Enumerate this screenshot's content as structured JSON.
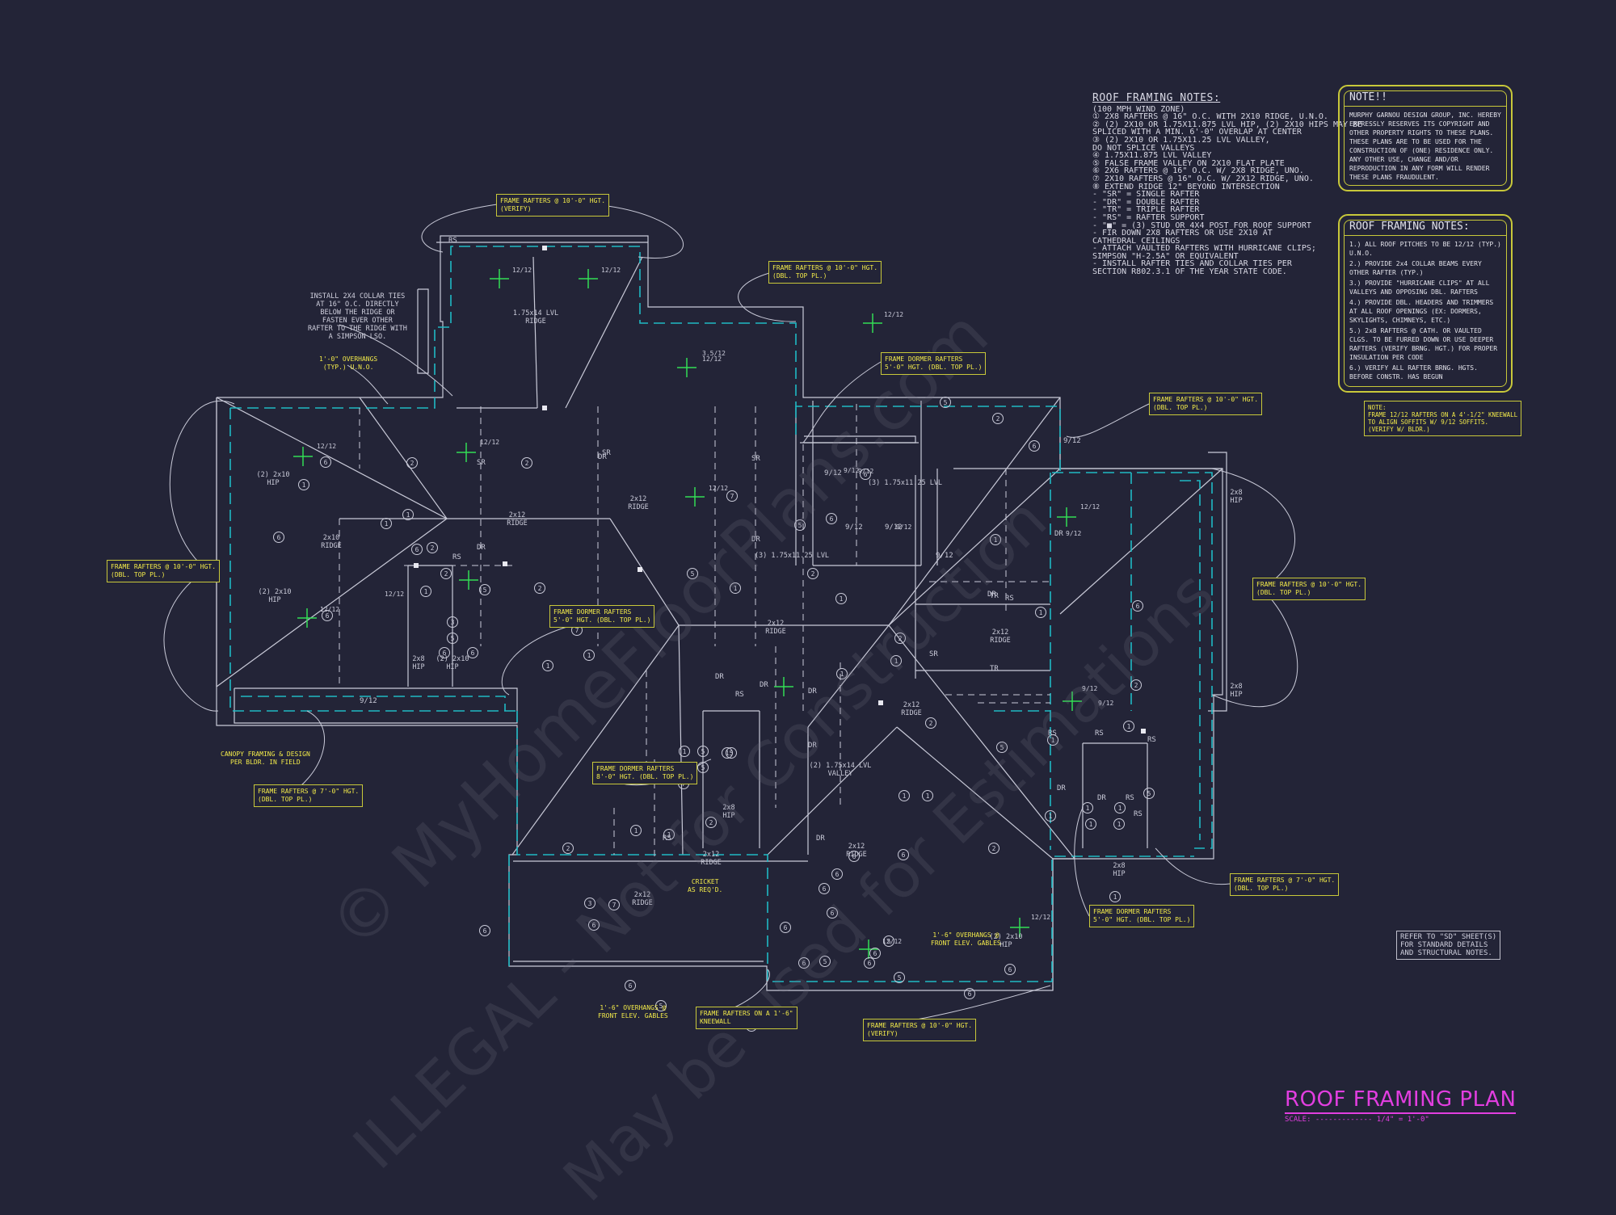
{
  "drawing_title": "ROOF FRAMING PLAN",
  "scale_label": "SCALE: ------------- 1/4\" = 1'-0\"",
  "watermark": {
    "line1": "© MyHomeFloorPlans.com",
    "line2": "ILLEGAL - Not for Construction",
    "line3": "May be used for Estimations"
  },
  "framing_notes_1": {
    "title": "ROOF FRAMING NOTES:",
    "items": [
      "(100 MPH WIND ZONE)",
      "① 2x8 RAFTERS @ 16\" O.C. WITH 2X10 RIDGE, U.N.O.",
      "② (2) 2x10 OR 1.75x11.875 LVL HIP, (2) 2x10 HIPS MAY BE",
      "    SPLICED WITH A MIN. 6'-0\" OVERLAP AT CENTER",
      "③ (2) 2x10 OR 1.75x11.25 LVL VALLEY,",
      "    DO NOT SPLICE VALLEYS",
      "④ 1.75x11.875 LVL VALLEY",
      "⑤ FALSE FRAME VALLEY ON 2x10 FLAT PLATE",
      "⑥ 2x6 RAFTERS @ 16\" O.C. W/ 2x8 RIDGE, UNO.",
      "⑦ 2x10 RAFTERS @ 16\" O.C. W/ 2x12 RIDGE, UNO.",
      "⑧ EXTEND RIDGE 12\" BEYOND INTERSECTION",
      " - \"SR\" = SINGLE RAFTER",
      " - \"DR\" = DOUBLE RAFTER",
      " - \"TR\" = TRIPLE RAFTER",
      " - \"RS\" = RAFTER SUPPORT",
      " - \"■\" = (3) STUD OR 4x4 POST FOR ROOF SUPPORT",
      " - FIR DOWN 2x8 RAFTERS OR USE 2x10 AT",
      "    CATHEDRAL CEILINGS",
      " - ATTACH VAULTED RAFTERS WITH HURRICANE CLIPS;",
      "    SIMPSON \"H-2.5A\" OR EQUIVALENT",
      " - INSTALL RAFTER TIES AND COLLAR TIES PER",
      "    SECTION R802.3.1 OF THE YEAR STATE CODE."
    ]
  },
  "copyright_note": {
    "title": "NOTE!!",
    "body": "MURPHY GARNOU DESIGN GROUP, INC. HEREBY EXPRESSLY RESERVES ITS COPYRIGHT AND OTHER PROPERTY RIGHTS TO THESE PLANS. THESE PLANS ARE TO BE USED FOR THE CONSTRUCTION OF (ONE) RESIDENCE ONLY. ANY OTHER USE, CHANGE AND/OR REPRODUCTION IN ANY FORM WILL RENDER THESE PLANS FRAUDULENT."
  },
  "framing_notes_2": {
    "title": "ROOF FRAMING NOTES:",
    "items": [
      "1.) ALL ROOF PITCHES TO BE 12/12 (TYP.) U.N.O.",
      "2.) PROVIDE 2x4 COLLAR BEAMS EVERY OTHER RAFTER (TYP.)",
      "3.) PROVIDE \"HURRICANE CLIPS\" AT ALL VALLEYS AND OPPOSING DBL. RAFTERS",
      "4.) PROVIDE DBL. HEADERS AND TRIMMERS AT ALL ROOF OPENINGS (EX: DORMERS, SKYLIGHTS, CHIMNEYS, ETC.)",
      "5.) 2x8 RAFTERS @ CATH. OR VAULTED CLGS. TO BE FURRED DOWN OR USE DEEPER RAFTERS (VERIFY BRNG. HGT.) FOR PROPER INSULATION PER CODE",
      "6.) VERIFY ALL RAFTER BRNG. HGTS. BEFORE CONSTR. HAS BEGUN"
    ]
  },
  "kneewall_note": "NOTE:\nFRAME 12/12 RAFTERS ON A 4'-1/2\" KNEEWALL\nTO ALIGN SOFFITS W/ 9/12 SOFFITS.\n(VERIFY W/ BLDR.)",
  "refer_note": "REFER TO \"SD\" SHEET(S)\nFOR STANDARD DETAILS\nAND STRUCTURAL NOTES.",
  "callouts": [
    "FRAME RAFTERS @ 10'-0\" HGT.\n(VERIFY)",
    "FRAME RAFTERS @ 10'-0\" HGT.\n(DBL. TOP PL.)",
    "FRAME DORMER RAFTERS\n5'-0\" HGT. (DBL. TOP PL.)",
    "FRAME RAFTERS @ 10'-0\" HGT.\n(DBL. TOP PL.)",
    "FRAME RAFTERS @ 10'-0\" HGT.\n(DBL. TOP PL.)",
    "FRAME RAFTERS @ 10'-0\" HGT.\n(DBL. TOP PL.)",
    "FRAME DORMER RAFTERS\n5'-0\" HGT. (DBL. TOP PL.)",
    "FRAME DORMER RAFTERS\n8'-0\" HGT. (DBL. TOP PL.)",
    "FRAME RAFTERS @ 7'-0\" HGT.\n(DBL. TOP PL.)",
    "FRAME RAFTERS @ 7'-0\" HGT.\n(DBL. TOP PL.)",
    "FRAME DORMER RAFTERS\n5'-0\" HGT. (DBL. TOP PL.)",
    "FRAME RAFTERS ON A 1'-6\"\nKNEEWALL",
    "FRAME RAFTERS @ 10'-0\" HGT.\n(VERIFY)"
  ],
  "free_notes": {
    "collar_ties": "INSTALL 2X4 COLLAR TIES\nAT 16\" O.C. DIRECTLY\nBELOW THE RIDGE OR\nFASTEN EVER OTHER\nRAFTER TO THE RIDGE WITH\nA SIMPSON LSO.",
    "overhang_1": "1'-0\" OVERHANGS\n(TYP.) U.N.O.",
    "canopy": "CANOPY FRAMING & DESIGN\nPER BLDR. IN FIELD",
    "cricket": "CRICKET\nAS REQ'D.",
    "overhang_2": "1'-6\" OVERHANGS @\nFRONT ELEV. GABLES",
    "overhang_3": "1'-6\" OVERHANGS @\nFRONT ELEV. GABLES"
  },
  "plan_labels": [
    "RS",
    "RS",
    "SR",
    "DR",
    "DR",
    "SR",
    "DR",
    "SR",
    "DR",
    "DR",
    "DR",
    "RS",
    "DR",
    "DR",
    "RS",
    "RS",
    "DR",
    "DR",
    "TR",
    "TR",
    "SR",
    "RS",
    "RS",
    "RS",
    "RS",
    "DR",
    "DR",
    "RS"
  ],
  "member_labels": [
    "2x12\nRIDGE",
    "2x10\nRIDGE",
    "2x12\nRIDGE",
    "2x12\nRIDGE",
    "2x12\nRIDGE",
    "2x12\nRIDGE",
    "2x12\nRIDGE",
    "(2) 2x10\nHIP",
    "(2) 2x10\nHIP",
    "2x8\nHIP",
    "2x8\nHIP",
    "2x8\nHIP",
    "2x8\nHIP",
    "2x8\nHIP",
    "(2) 2x10\nHIP",
    "(2) 2x10\nHIP",
    "1.75x14 LVL\nRIDGE",
    "(3) 1.75x11.25 LVL",
    "(3) 1.75x11.25 LVL",
    "(2) 1.75x14 LVL\nVALLEY",
    "2x12\nRIDGE",
    "2x12\nRIDGE"
  ],
  "pitches": [
    "12/12",
    "12/12",
    "12/12",
    "12/12",
    "12/12",
    "12/12",
    "9/12",
    "9/12",
    "9/12",
    "9/12",
    "9/12",
    "9/12",
    "3.5/12",
    "12/12",
    "12/12",
    "12/12",
    "12/12",
    "12/12",
    "12/12"
  ],
  "pitch_notes": [
    "9/12",
    "9/12",
    "9/12",
    "9/12",
    "9/12",
    "9/12"
  ],
  "tag_numbers": [
    "6",
    "1",
    "2",
    "1",
    "6",
    "6",
    "6",
    "1",
    "2",
    "2",
    "1",
    "3",
    "2",
    "1",
    "7",
    "1",
    "2",
    "7",
    "1",
    "5",
    "6",
    "6",
    "5",
    "1",
    "2",
    "5",
    "2",
    "1",
    "6",
    "1",
    "6",
    "2",
    "1",
    "1",
    "5",
    "2",
    "1",
    "1",
    "2",
    "1",
    "2",
    "1",
    "1",
    "1",
    "6",
    "6",
    "6",
    "6",
    "5",
    "1",
    "1",
    "3",
    "2",
    "7",
    "7",
    "1",
    "5",
    "5",
    "5",
    "1",
    "2",
    "6",
    "6",
    "6",
    "5",
    "6",
    "5",
    "5",
    "6",
    "6",
    "5",
    "5",
    "1",
    "1",
    "1",
    "1",
    "5",
    "5",
    "6",
    "6",
    "6",
    "6",
    "6",
    "6"
  ],
  "colors": {
    "background": "#232437",
    "lines": "#c9cad8",
    "cyan_dashes": "#1fb9c4",
    "yellow_callouts": "#d4d43c",
    "magenta_title": "#e23ee0",
    "green_markers": "#33dd55"
  }
}
